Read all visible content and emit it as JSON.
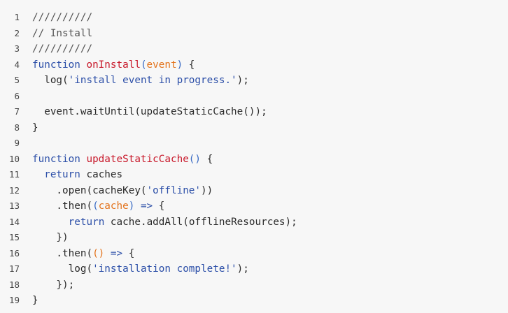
{
  "colors": {
    "background": "#f7f7f7",
    "keyword": "#2c4fa8",
    "function_name": "#c8182a",
    "parameter": "#e3731c",
    "string": "#2c4fa8",
    "plain": "#2b2b2b",
    "line_number": "#444444"
  },
  "lines": [
    {
      "num": "1",
      "tokens": [
        {
          "t": "//////////",
          "k": "comment"
        }
      ]
    },
    {
      "num": "2",
      "tokens": [
        {
          "t": "// Install",
          "k": "comment"
        }
      ]
    },
    {
      "num": "3",
      "tokens": [
        {
          "t": "//////////",
          "k": "comment"
        }
      ]
    },
    {
      "num": "4",
      "tokens": [
        {
          "t": "function ",
          "k": "keyword"
        },
        {
          "t": "onInstall",
          "k": "fn"
        },
        {
          "t": "(",
          "k": "punct-blue"
        },
        {
          "t": "event",
          "k": "param"
        },
        {
          "t": ")",
          "k": "punct-blue"
        },
        {
          "t": " {",
          "k": "plain"
        }
      ]
    },
    {
      "num": "5",
      "tokens": [
        {
          "t": "  log(",
          "k": "plain"
        },
        {
          "t": "'install event in progress.'",
          "k": "string"
        },
        {
          "t": ");",
          "k": "plain"
        }
      ]
    },
    {
      "num": "6",
      "tokens": [
        {
          "t": "",
          "k": "plain"
        }
      ]
    },
    {
      "num": "7",
      "tokens": [
        {
          "t": "  event.waitUntil(updateStaticCache());",
          "k": "plain"
        }
      ]
    },
    {
      "num": "8",
      "tokens": [
        {
          "t": "}",
          "k": "plain"
        }
      ]
    },
    {
      "num": "9",
      "tokens": [
        {
          "t": "",
          "k": "plain"
        }
      ]
    },
    {
      "num": "10",
      "tokens": [
        {
          "t": "function ",
          "k": "keyword"
        },
        {
          "t": "updateStaticCache",
          "k": "fn"
        },
        {
          "t": "()",
          "k": "punct-blue"
        },
        {
          "t": " {",
          "k": "plain"
        }
      ]
    },
    {
      "num": "11",
      "tokens": [
        {
          "t": "  ",
          "k": "plain"
        },
        {
          "t": "return",
          "k": "keyword"
        },
        {
          "t": " caches",
          "k": "plain"
        }
      ]
    },
    {
      "num": "12",
      "tokens": [
        {
          "t": "    .open(cacheKey(",
          "k": "plain"
        },
        {
          "t": "'offline'",
          "k": "string"
        },
        {
          "t": "))",
          "k": "plain"
        }
      ]
    },
    {
      "num": "13",
      "tokens": [
        {
          "t": "    .then(",
          "k": "plain"
        },
        {
          "t": "(",
          "k": "punct-blue"
        },
        {
          "t": "cache",
          "k": "param"
        },
        {
          "t": ")",
          "k": "punct-blue"
        },
        {
          "t": " ",
          "k": "plain"
        },
        {
          "t": "=>",
          "k": "keyword"
        },
        {
          "t": " {",
          "k": "plain"
        }
      ]
    },
    {
      "num": "14",
      "tokens": [
        {
          "t": "      ",
          "k": "plain"
        },
        {
          "t": "return",
          "k": "keyword"
        },
        {
          "t": " cache.addAll(offlineResources);",
          "k": "plain"
        }
      ]
    },
    {
      "num": "15",
      "tokens": [
        {
          "t": "    })",
          "k": "plain"
        }
      ]
    },
    {
      "num": "16",
      "tokens": [
        {
          "t": "    .then(",
          "k": "plain"
        },
        {
          "t": "()",
          "k": "param"
        },
        {
          "t": " ",
          "k": "plain"
        },
        {
          "t": "=>",
          "k": "keyword"
        },
        {
          "t": " {",
          "k": "plain"
        }
      ]
    },
    {
      "num": "17",
      "tokens": [
        {
          "t": "      log(",
          "k": "plain"
        },
        {
          "t": "'installation complete!'",
          "k": "string"
        },
        {
          "t": ");",
          "k": "plain"
        }
      ]
    },
    {
      "num": "18",
      "tokens": [
        {
          "t": "    });",
          "k": "plain"
        }
      ]
    },
    {
      "num": "19",
      "tokens": [
        {
          "t": "}",
          "k": "plain"
        }
      ]
    }
  ]
}
